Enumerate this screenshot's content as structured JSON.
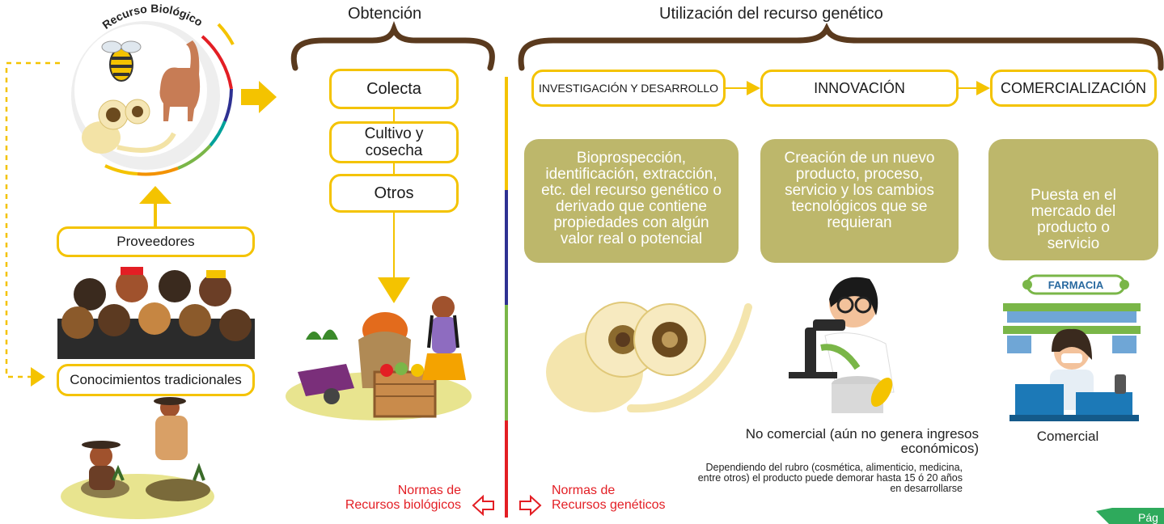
{
  "header": {
    "obtencion": "Obtención",
    "utilizacion": "Utilización del recurso genético"
  },
  "left": {
    "recurso_title": "Recurso Biológico",
    "proveedores": "Proveedores",
    "conocimientos": "Conocimientos tradicionales"
  },
  "obtencion_steps": [
    "Colecta",
    "Cultivo y\ncosecha",
    "Otros"
  ],
  "stages": [
    "INVESTIGACIÓN Y DESARROLLO",
    "INNOVACIÓN",
    "COMERCIALIZACIÓN"
  ],
  "descriptions": [
    "Bioprospección,\nidentificación, extracción,\netc. del recurso genético o\nderivado que contiene\npropiedades con algún\nvalor real o potencial",
    "Creación de un nuevo\nproducto, proceso,\nservicio y los cambios\ntecnológicos que se\nrequieran",
    "Puesta en el\nmercado del\nproducto o\nservicio"
  ],
  "farmacia_sign": "FARMACIA",
  "no_comercial": {
    "title": "No comercial (aún no genera ingresos económicos)",
    "note": "Dependiendo del rubro (cosmética, alimenticio, medicina, entre otros) el producto puede demorar hasta 15 ó 20 años en desarrollarse"
  },
  "comercial": "Comercial",
  "normas": {
    "biologicos": "Normas de\nRecursos biológicos",
    "geneticos": "Normas de\nRecursos genéticos"
  },
  "page_tab": "Pág",
  "colors": {
    "yellow": "#f4c300",
    "olive": "#bdb76b",
    "brown": "#5a3a1e",
    "red": "#e31e24",
    "blue": "#2e3192",
    "green": "#7ab648",
    "tab_green": "#2eaa5c"
  }
}
